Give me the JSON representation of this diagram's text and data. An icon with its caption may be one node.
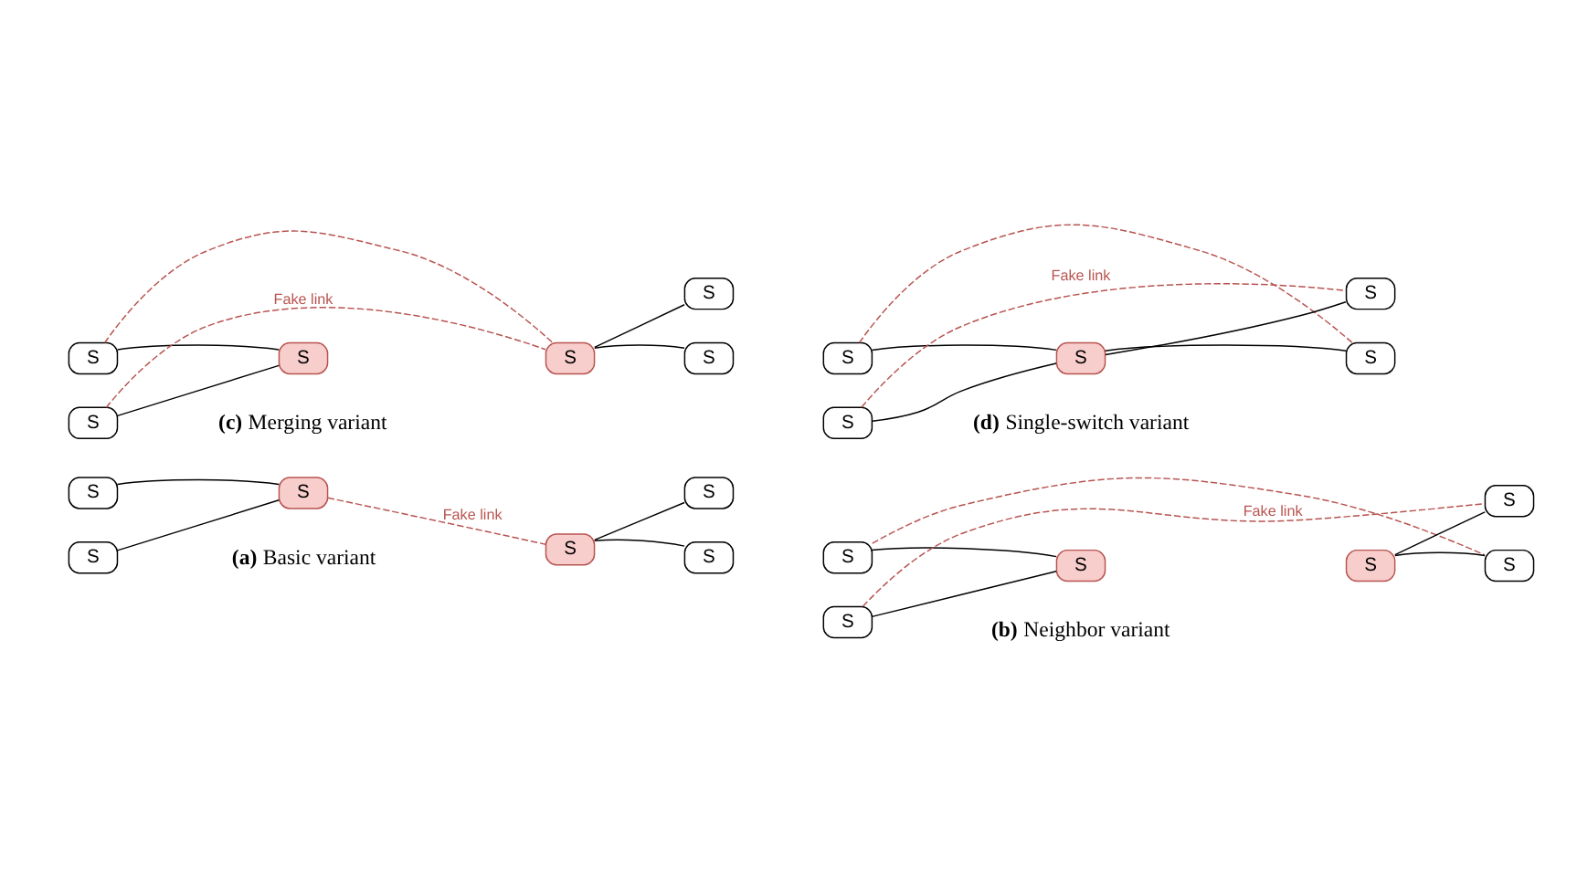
{
  "diagram": {
    "nodes": [
      {
        "text": [
          "S"
        ]
      },
      {
        "text": [
          "S"
        ]
      },
      {
        "text": [
          "S"
        ]
      },
      {
        "text": [
          "S"
        ]
      },
      {
        "text": [
          "S"
        ]
      },
      {
        "text": [
          "S"
        ]
      },
      {
        "text": [
          "S"
        ]
      },
      {
        "text": [
          "S"
        ]
      },
      {
        "text": [
          "S"
        ]
      },
      {
        "text": [
          "S"
        ]
      },
      {
        "text": [
          "S"
        ]
      },
      {
        "text": [
          "S"
        ]
      },
      {
        "text": [
          "S"
        ]
      },
      {
        "text": [
          "S"
        ]
      },
      {
        "text": [
          "S"
        ]
      },
      {
        "text": [
          "S"
        ]
      },
      {
        "text": [
          "S"
        ]
      },
      {
        "text": [
          "S"
        ]
      },
      {
        "text": [
          "S"
        ]
      },
      {
        "text": [
          "S"
        ]
      },
      {
        "text": [
          "S"
        ]
      },
      {
        "text": [
          "S"
        ]
      },
      {
        "text": [
          "S"
        ]
      }
    ],
    "edges": [
      {
        "from": 0,
        "to": 2,
        "arrow": "none"
      },
      {
        "from": 4,
        "to": 2,
        "arrow": "none"
      },
      {
        "from": 3,
        "to": 1,
        "arrow": "none"
      },
      {
        "from": 3,
        "to": 5,
        "arrow": "none"
      },
      {
        "from": 2,
        "to": 3,
        "arrow": "none",
        "label": "Fake link",
        "style": "dashed",
        "color": "#b85450"
      },
      {
        "from": 6,
        "to": 8,
        "arrow": "none"
      },
      {
        "from": 10,
        "to": 8,
        "arrow": "none"
      },
      {
        "from": 9,
        "to": 7,
        "arrow": "none"
      },
      {
        "from": 9,
        "to": 11,
        "arrow": "none"
      },
      {
        "from": 6,
        "to": 7,
        "arrow": "none",
        "style": "dashed",
        "color": "#b85450"
      },
      {
        "from": 10,
        "to": 11,
        "arrow": "none",
        "label": "Fake link",
        "style": "dashed",
        "color": "#b85450"
      },
      {
        "from": 12,
        "to": 14,
        "arrow": "none"
      },
      {
        "from": 16,
        "to": 14,
        "arrow": "none"
      },
      {
        "from": 15,
        "to": 13,
        "arrow": "none"
      },
      {
        "from": 15,
        "to": 17,
        "arrow": "none"
      },
      {
        "from": 12,
        "to": 15,
        "arrow": "none",
        "style": "dashed",
        "color": "#b85450"
      },
      {
        "from": 16,
        "to": 15,
        "arrow": "none",
        "label": "Fake link",
        "style": "dashed",
        "color": "#b85450"
      },
      {
        "from": 18,
        "to": 20,
        "arrow": "none"
      },
      {
        "from": 19,
        "to": 20,
        "arrow": "none"
      },
      {
        "from": 20,
        "to": 21,
        "arrow": "none"
      },
      {
        "from": 20,
        "to": 22,
        "arrow": "none"
      },
      {
        "from": 18,
        "to": 19,
        "arrow": "none",
        "style": "dashed",
        "color": "#b85450"
      },
      {
        "from": 21,
        "to": 22,
        "arrow": "none",
        "label": "Fake link",
        "style": "dashed",
        "color": "#b85450"
      }
    ],
    "labels": [
      "**(a)** Basic variant",
      "**(b)** Neighbor variant",
      "**(c)** Merging variant",
      "**(d)** Single-switch variant"
    ]
  }
}
